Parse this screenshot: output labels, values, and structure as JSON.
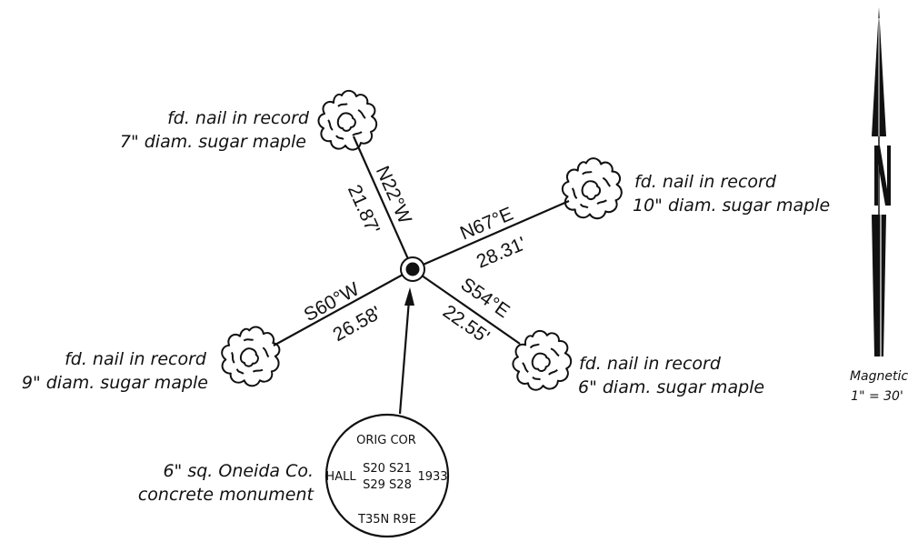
{
  "ties": [
    {
      "bearing": "N22°W",
      "distance": "21.87'",
      "note_line1": "fd. nail in record",
      "note_line2": "7\" diam. sugar maple"
    },
    {
      "bearing": "N67°E",
      "distance": "28.31'",
      "note_line1": "fd. nail in record",
      "note_line2": "10\" diam. sugar maple"
    },
    {
      "bearing": "S60°W",
      "distance": "26.58'",
      "note_line1": "fd. nail in record",
      "note_line2": "9\" diam. sugar maple"
    },
    {
      "bearing": "S54°E",
      "distance": "22.55'",
      "note_line1": "fd. nail in record",
      "note_line2": "6\" diam. sugar maple"
    }
  ],
  "monument": {
    "caption_line1": "6\" sq. Oneida Co.",
    "caption_line2": "concrete monument",
    "top_text": "ORIG COR",
    "left_text": "HALL",
    "sections_top": "S20 S21",
    "sections_bottom": "S29 S28",
    "year": "1933",
    "bottom_text": "T35N R9E"
  },
  "north_arrow": {
    "label": "Magnetic",
    "scale": "1\" = 30'"
  }
}
